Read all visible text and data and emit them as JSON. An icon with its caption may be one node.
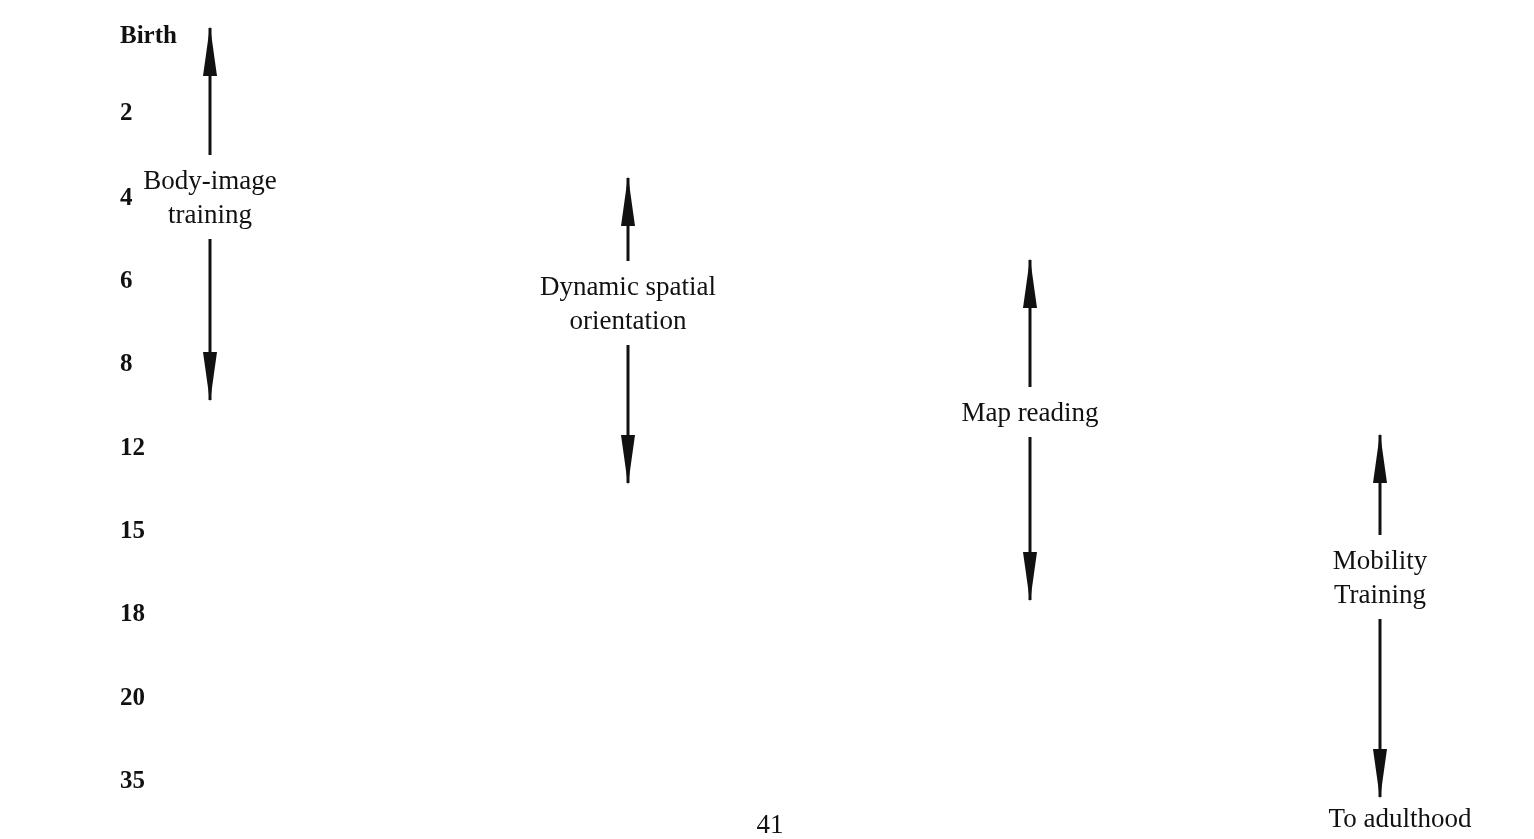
{
  "diagram": {
    "nodes": [
      {
        "text": [
          "Body-image training"
        ]
      },
      {
        "text": [
          "Dynamic spatial orientation"
        ]
      },
      {
        "text": [
          "Map reading"
        ]
      },
      {
        "text": [
          "Mobility Training"
        ]
      },
      {
        "text": [
          "To adulthood"
        ]
      }
    ],
    "edges": [
      {
        "from": 0,
        "to": null,
        "arrow": "to"
      },
      {
        "from": 0,
        "to": null,
        "arrow": "to"
      },
      {
        "from": 1,
        "to": null,
        "arrow": "to"
      },
      {
        "from": 1,
        "to": null,
        "arrow": "to"
      },
      {
        "from": 2,
        "to": null,
        "arrow": "to"
      },
      {
        "from": 2,
        "to": null,
        "arrow": "to"
      },
      {
        "from": 3,
        "to": null,
        "arrow": "to"
      },
      {
        "from": 3,
        "to": 4,
        "arrow": "to"
      }
    ],
    "labels": [
      "Birth",
      "2",
      "4",
      "6",
      "8",
      "12",
      "15",
      "18",
      "20",
      "35",
      "41"
    ]
  }
}
